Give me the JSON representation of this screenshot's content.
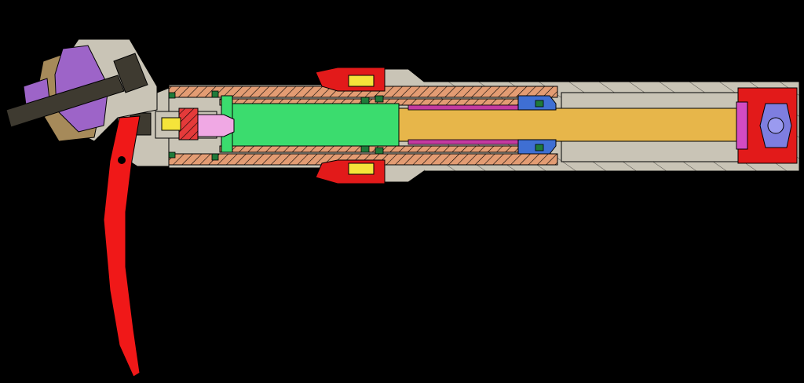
{
  "diagram": {
    "kind": "cutaway-mechanical-section",
    "background": "#000000",
    "labels": [],
    "components": [
      {
        "id": "clamp-body",
        "color": "#c9c4b6"
      },
      {
        "id": "clamp-nut",
        "color": "#9d64c8"
      },
      {
        "id": "clamp-washer",
        "color": "#a68a5a"
      },
      {
        "id": "clamp-bolt",
        "color": "#3e3a30"
      },
      {
        "id": "lever",
        "color": "#f01818"
      },
      {
        "id": "head-block",
        "color": "#c9c4b6"
      },
      {
        "id": "outer-tube",
        "color": "#c9c4b6"
      },
      {
        "id": "outer-tube-wall",
        "color": "#e39c73"
      },
      {
        "id": "inner-tube",
        "color": "#e39c73"
      },
      {
        "id": "piston-green",
        "color": "#3bdc6e"
      },
      {
        "id": "rod-gold",
        "color": "#e7b64a"
      },
      {
        "id": "valve-pink",
        "color": "#f0a8e4"
      },
      {
        "id": "valve-seat-red",
        "color": "#e43a3a"
      },
      {
        "id": "cap-red",
        "color": "#e21a1a"
      },
      {
        "id": "spacer-yellow",
        "color": "#f5e43a"
      },
      {
        "id": "seal-blue",
        "color": "#3f6fd3"
      },
      {
        "id": "seal-green",
        "color": "#1f7a3a"
      },
      {
        "id": "bushing-magenta",
        "color": "#c43aa0"
      },
      {
        "id": "end-nut",
        "color": "#7e7ee0"
      },
      {
        "id": "end-washer",
        "color": "#d34bc2"
      }
    ]
  }
}
